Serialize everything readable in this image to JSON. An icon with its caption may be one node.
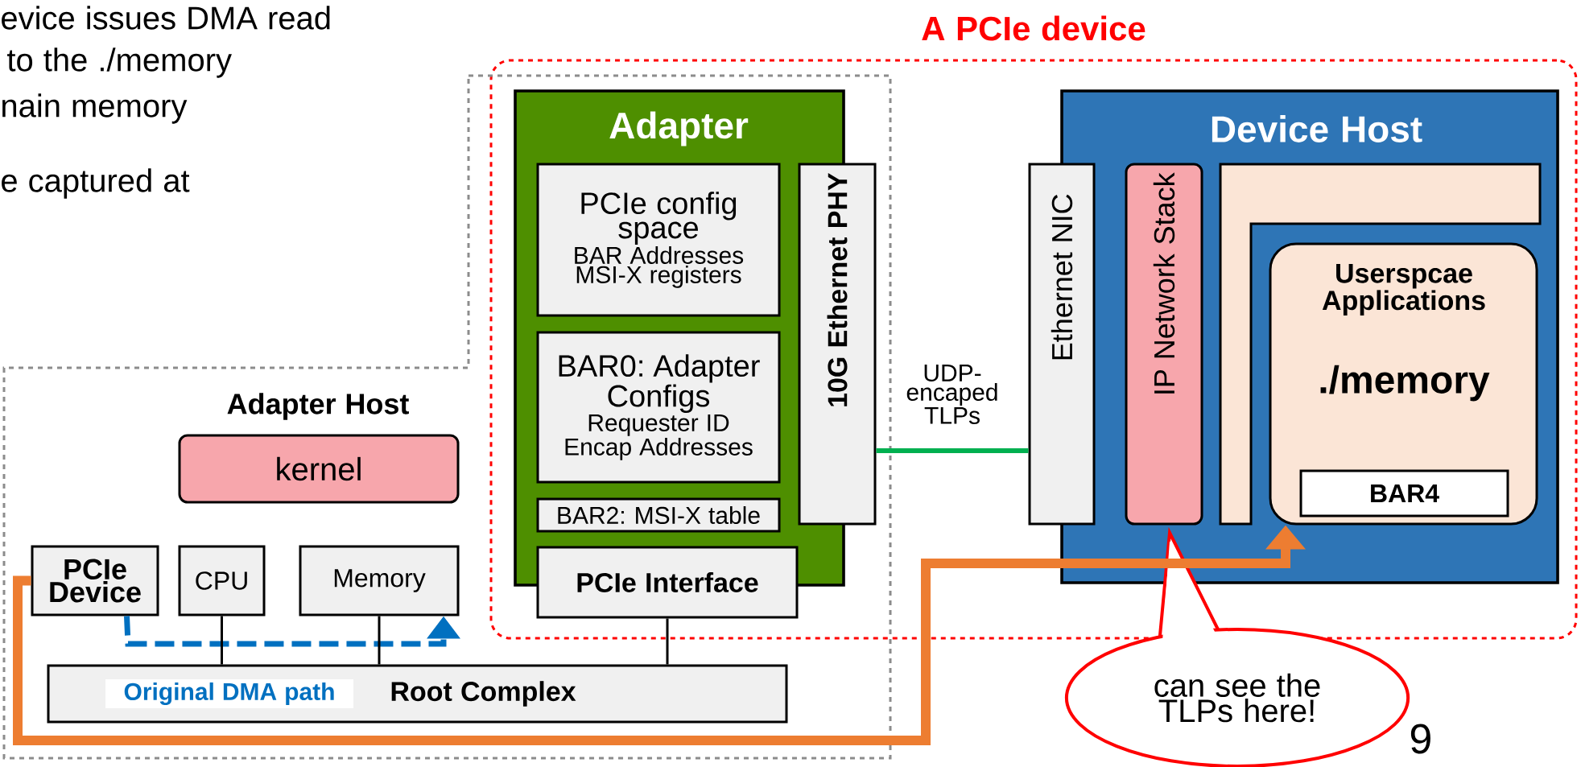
{
  "diagram": {
    "nodes": [
      {
        "text": [
          "A PCIe device"
        ]
      },
      {
        "text": [
          "Adapter Host"
        ]
      },
      {
        "text": [
          "Adapter"
        ]
      },
      {
        "text": [
          "PCIe config space",
          "BAR Addresses MSI-X registers"
        ],
        "in": 2
      },
      {
        "text": [
          "BAR0: Adapter Configs",
          "Requester ID Encap Addresses"
        ],
        "in": 2
      },
      {
        "text": [
          "BAR2: MSI-X table"
        ],
        "in": 2
      },
      {
        "text": [
          "PCIe Interface"
        ]
      },
      {
        "text": [
          "10G Ethernet PHY"
        ]
      },
      {
        "text": [
          "Device Host"
        ],
        "in": 0
      },
      {
        "text": [
          "Ethernet NIC"
        ],
        "in": 0
      },
      {
        "text": [
          "IP Network Stack"
        ],
        "in": 8
      },
      {
        "text": [],
        "shape": "box",
        "in": 8
      },
      {
        "text": [
          "Userspcae Applications",
          "./memory"
        ],
        "in": 8
      },
      {
        "text": [
          "BAR4"
        ],
        "in": 12
      },
      {
        "text": [
          "kernel"
        ],
        "in": 1
      },
      {
        "text": [
          "PCIe Device"
        ],
        "in": 1
      },
      {
        "text": [
          "CPU"
        ],
        "in": 1
      },
      {
        "text": [
          "Memory"
        ],
        "in": 1
      },
      {
        "text": [
          "Root Complex"
        ],
        "in": 1
      },
      {
        "text": [
          "can see the TLPs here!"
        ]
      }
    ],
    "edges": [
      {
        "from": 15,
        "to": 12,
        "arrow": "to",
        "style": "thick",
        "color": "#ed7d31"
      },
      {
        "from": 15,
        "to": 17,
        "arrow": "to",
        "style": "dashed",
        "color": "#0070c0",
        "label": "Original DMA path"
      },
      {
        "from": 7,
        "to": 9,
        "arrow": "none",
        "style": "thick",
        "color": "#00b050",
        "label": "UDP-encaped TLPs"
      },
      {
        "from": 16,
        "to": 18,
        "arrow": "none"
      },
      {
        "from": 17,
        "to": 18,
        "arrow": "none"
      },
      {
        "from": 6,
        "to": 18,
        "arrow": "none"
      }
    ],
    "labels": [
      "evice issues DMA read",
      "to the ./memory",
      "nain memory",
      "e captured at",
      "9"
    ]
  }
}
